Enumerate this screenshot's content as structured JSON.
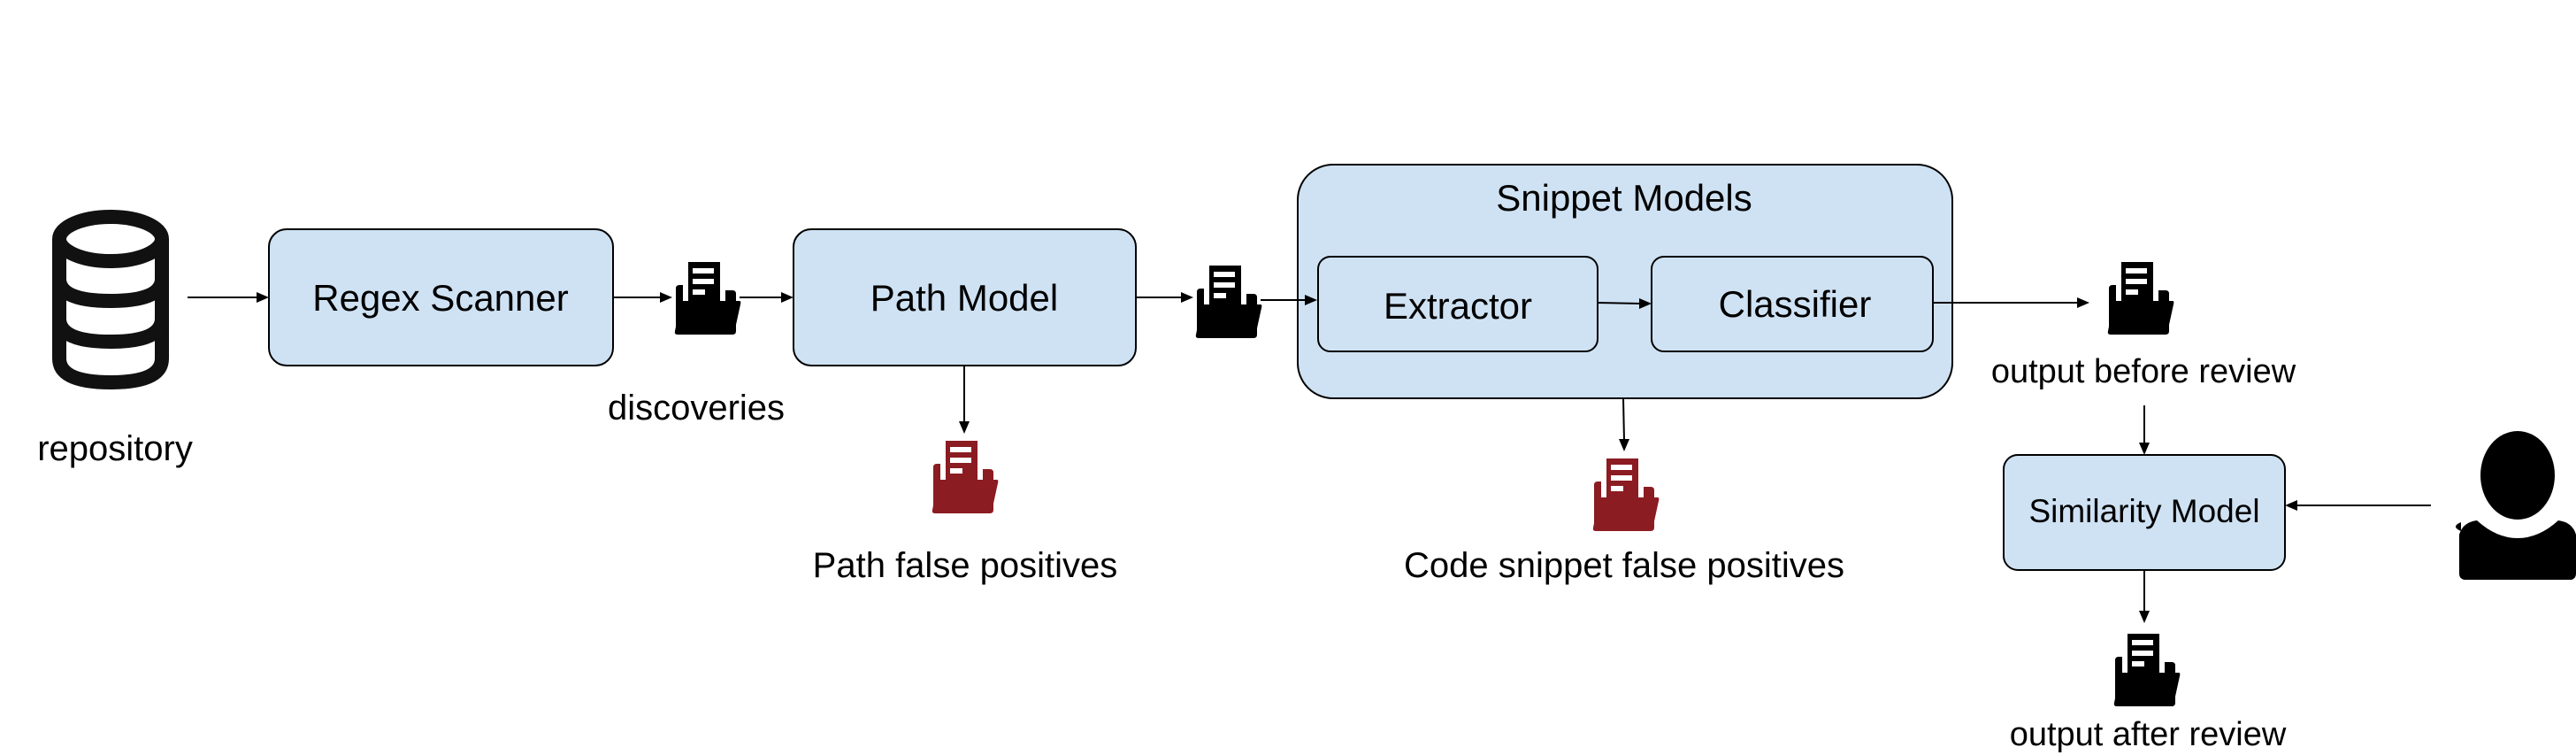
{
  "colors": {
    "box_fill": "#cfe2f3",
    "box_stroke": "#000000",
    "icon_dark": "#000000",
    "icon_false_positive": "#8b1c22",
    "background": "#ffffff"
  },
  "nodes": {
    "repository": {
      "label": "repository",
      "icon": "database-icon"
    },
    "regex_scanner": {
      "label": "Regex Scanner"
    },
    "discoveries": {
      "label": "discoveries",
      "icon": "folder-document-icon"
    },
    "path_model": {
      "label": "Path Model"
    },
    "path_false_positives": {
      "label": "Path false positives",
      "icon": "folder-document-icon"
    },
    "snippet_models": {
      "label": "Snippet Models"
    },
    "extractor": {
      "label": "Extractor"
    },
    "classifier": {
      "label": "Classifier"
    },
    "code_snippet_false_positives": {
      "label": "Code snippet false positives",
      "icon": "folder-document-icon"
    },
    "output_before_review": {
      "label": "output before review",
      "icon": "folder-document-icon"
    },
    "similarity_model": {
      "label": "Similarity Model"
    },
    "output_after_review": {
      "label": "output after review",
      "icon": "folder-document-icon"
    },
    "reviewer": {
      "icon": "user-icon"
    }
  },
  "edges": [
    {
      "from": "repository",
      "to": "regex_scanner"
    },
    {
      "from": "regex_scanner",
      "to": "discoveries"
    },
    {
      "from": "discoveries",
      "to": "path_model"
    },
    {
      "from": "path_model",
      "to": "path_false_positives"
    },
    {
      "from": "path_model",
      "to": "snippet_models"
    },
    {
      "from": "extractor",
      "to": "classifier"
    },
    {
      "from": "snippet_models",
      "to": "code_snippet_false_positives"
    },
    {
      "from": "classifier",
      "to": "output_before_review"
    },
    {
      "from": "output_before_review",
      "to": "similarity_model"
    },
    {
      "from": "reviewer",
      "to": "similarity_model"
    },
    {
      "from": "similarity_model",
      "to": "output_after_review"
    }
  ]
}
